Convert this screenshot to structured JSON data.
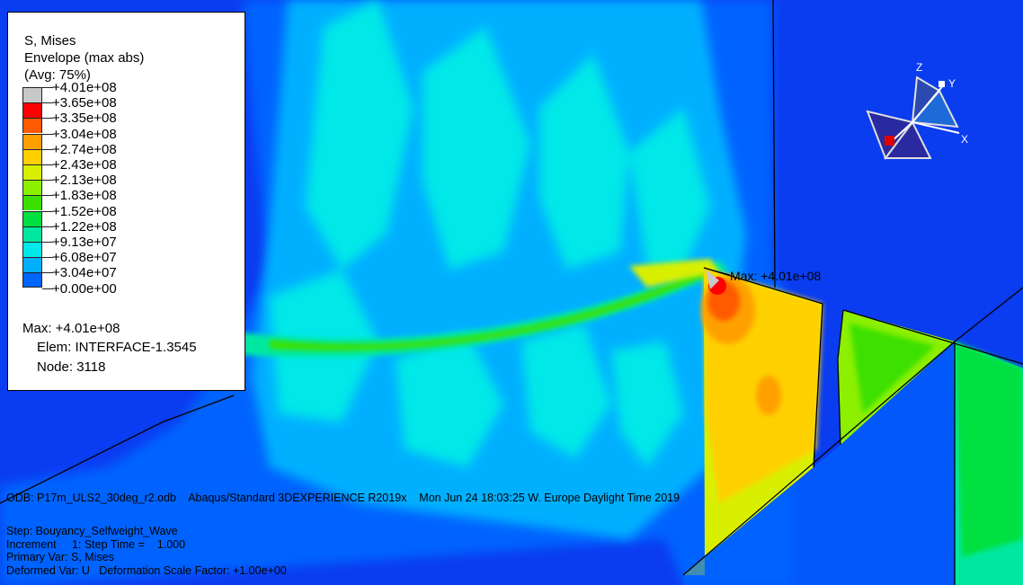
{
  "legend": {
    "title_lines": [
      "S, Mises",
      "Envelope (max abs)",
      "(Avg: 75%)"
    ],
    "levels": [
      {
        "label": "+4.01e+08",
        "color": "#c8c8c8"
      },
      {
        "label": "+3.65e+08",
        "color": "#ff0000"
      },
      {
        "label": "+3.35e+08",
        "color": "#ff5a00"
      },
      {
        "label": "+3.04e+08",
        "color": "#ffa000"
      },
      {
        "label": "+2.74e+08",
        "color": "#ffd000"
      },
      {
        "label": "+2.43e+08",
        "color": "#d8f000"
      },
      {
        "label": "+2.13e+08",
        "color": "#8cf000"
      },
      {
        "label": "+1.83e+08",
        "color": "#3ce000"
      },
      {
        "label": "+1.52e+08",
        "color": "#00e040"
      },
      {
        "label": "+1.22e+08",
        "color": "#00e8a0"
      },
      {
        "label": "+9.13e+07",
        "color": "#00e8e8"
      },
      {
        "label": "+6.08e+07",
        "color": "#00b0ff"
      },
      {
        "label": "+3.04e+07",
        "color": "#0064ff"
      },
      {
        "label": "+0.00e+00",
        "color": "#0000ff"
      }
    ],
    "max_label": "Max: +4.01e+08",
    "elem_label": "Elem: INTERFACE-1.3545",
    "node_label": "Node: 3118"
  },
  "viewport": {
    "max_marker_label": "Max: +4.01e+08",
    "triad_labels": {
      "z": "Z",
      "y": "Y",
      "x": "X"
    }
  },
  "status": {
    "odb_line": "ODB: P17m_ULS2_30deg_r2.odb    Abaqus/Standard 3DEXPERIENCE R2019x    Mon Jun 24 18:03:25 W. Europe Daylight Time 2019",
    "step_line": "Step: Bouyancy_Selfweight_Wave",
    "increment_line": "Increment     1: Step Time =    1.000",
    "primary_line": "Primary Var: S, Mises",
    "deformed_line": "Deformed Var: U   Deformation Scale Factor: +1.00e+00"
  }
}
